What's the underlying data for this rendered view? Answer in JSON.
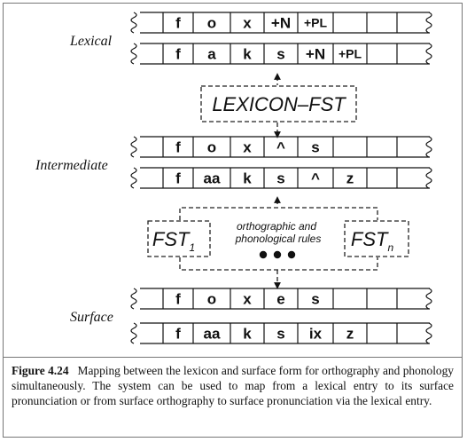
{
  "levels": {
    "lexical": "Lexical",
    "intermediate": "Intermediate",
    "surface": "Surface"
  },
  "tapes": {
    "lexical_top": [
      "f",
      "o",
      "x",
      "+N",
      "+PL"
    ],
    "lexical_bottom": [
      "f",
      "a",
      "k",
      "s",
      "+N",
      "+PL"
    ],
    "intermediate_top": [
      "f",
      "o",
      "x",
      "^",
      "s"
    ],
    "intermediate_bottom": [
      "f",
      "aa",
      "k",
      "s",
      "^",
      "z"
    ],
    "surface_top": [
      "f",
      "o",
      "x",
      "e",
      "s"
    ],
    "surface_bottom": [
      "f",
      "aa",
      "k",
      "s",
      "ix",
      "z"
    ]
  },
  "lexicon_fst": "LEXICON–FST",
  "fst1": {
    "base": "FST",
    "sub": "1"
  },
  "fstn": {
    "base": "FST",
    "sub": "n"
  },
  "rules_line1": "orthographic and",
  "rules_line2": "phonological rules",
  "caption": {
    "label": "Figure 4.24",
    "text": "Mapping between the lexicon and surface form for orthography and phonology simultaneously. The system can be used to map from a lexical entry to its surface pronunciation or from surface orthography to surface pronunciation via the lexical entry."
  }
}
